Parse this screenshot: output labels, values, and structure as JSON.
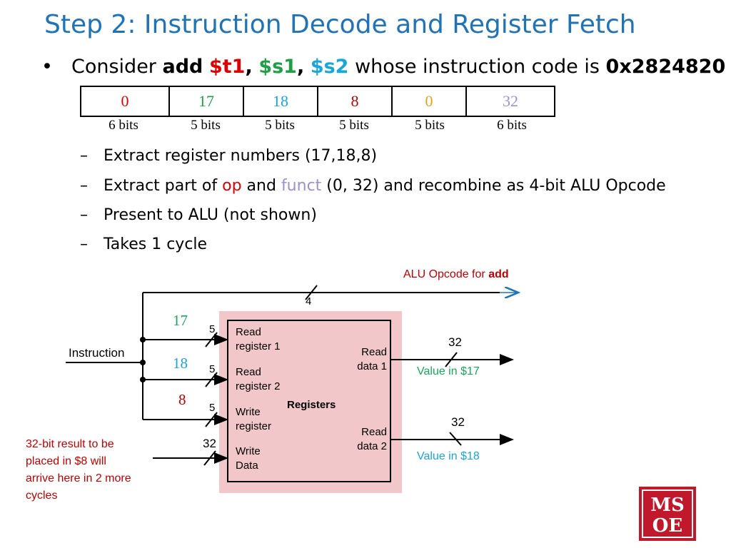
{
  "title": "Step 2: Instruction Decode and Register Fetch",
  "bullet": {
    "bullet_char": "•",
    "consider": "Consider",
    "add": "add",
    "t1": "$t1",
    "comma1": ",",
    "s1": "$s1",
    "comma2": ",",
    "s2": "$s2",
    "whose": "whose instruction code is",
    "code": "0x2824820"
  },
  "fields": [
    {
      "value": "0",
      "bits": "6 bits",
      "color": "#e00000"
    },
    {
      "value": "17",
      "bits": "5 bits",
      "color": "#1fa045"
    },
    {
      "value": "18",
      "bits": "5 bits",
      "color": "#1aa6d8"
    },
    {
      "value": "8",
      "bits": "5 bits",
      "color": "#c00000"
    },
    {
      "value": "0",
      "bits": "5 bits",
      "color": "#e5a21b"
    },
    {
      "value": "32",
      "bits": "6 bits",
      "color": "#9f8fcf"
    }
  ],
  "sub_bullets": {
    "dash": "–",
    "item1": "Extract register numbers (17,18,8)",
    "item2_pre": "Extract part of",
    "item2_op": "op",
    "item2_and": "and",
    "item2_funct": "funct",
    "item2_post": "(0, 32) and recombine as 4-bit ALU Opcode",
    "item3": "Present to ALU (not shown)",
    "item4": "Takes 1 cycle"
  },
  "diagram": {
    "alu_opcode_label": "ALU Opcode for",
    "alu_opcode_add": "add",
    "bus_4": "4",
    "instruction": "Instruction",
    "reg17": "17",
    "reg18": "18",
    "reg8": "8",
    "w5a": "5",
    "w5b": "5",
    "w5c": "5",
    "w32_in": "32",
    "w32_out1": "32",
    "w32_out2": "32",
    "read_register_1": [
      "Read",
      "register 1"
    ],
    "read_register_2": [
      "Read",
      "register 2"
    ],
    "write_register": [
      "Write",
      "register"
    ],
    "write_data": [
      "Write",
      "Data"
    ],
    "registers": "Registers",
    "read_data_1": [
      "Read",
      "data 1"
    ],
    "read_data_2": [
      "Read",
      "data 2"
    ],
    "value17": "Value in $17",
    "value18": "Value in $18",
    "result_note": [
      "32-bit result to be",
      "placed in $8 will",
      "arrive here in 2 more",
      "cycles"
    ]
  },
  "logo": {
    "line1": "MSOE",
    "brand_color": "#c0192b"
  },
  "colors": {
    "title": "#1f73b7",
    "arrow": "#1f73b7",
    "pink": "#f2c7c9"
  }
}
